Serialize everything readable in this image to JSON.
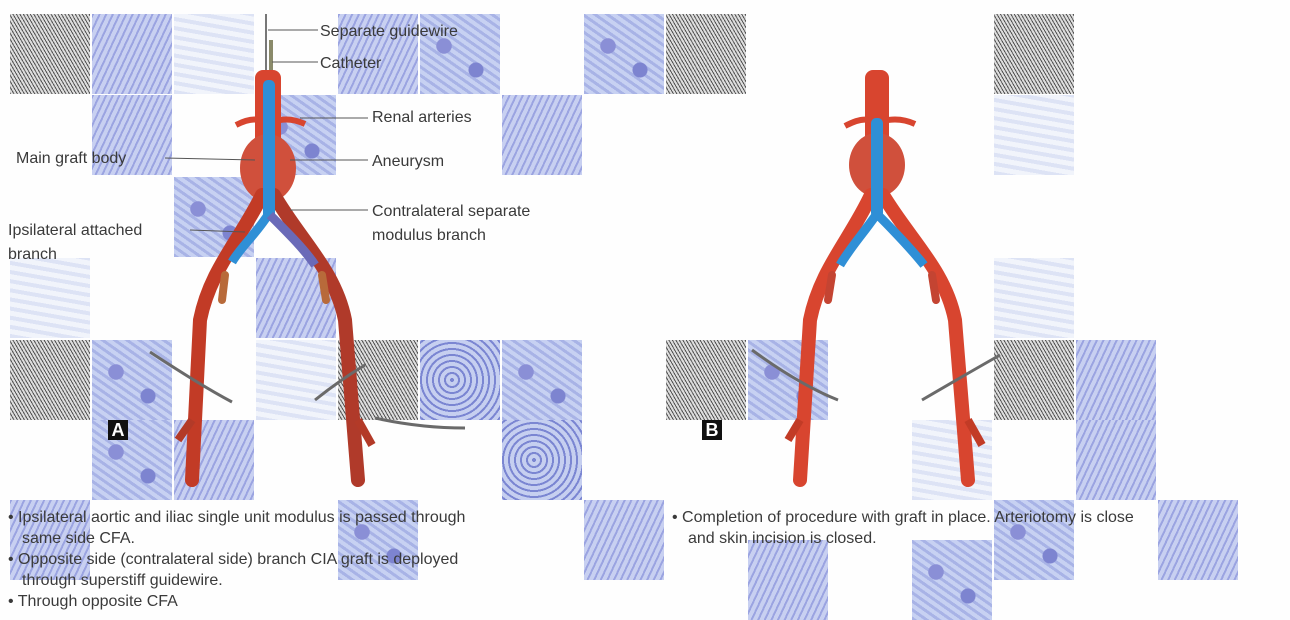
{
  "panel_a": {
    "letter": "A",
    "labels": {
      "guidewire": "Separate guidewire",
      "catheter": "Catheter",
      "renal_arteries": "Renal arteries",
      "main_graft_body": "Main graft body",
      "aneurysm": "Aneurysm",
      "ipsilateral_line1": "Ipsilateral attached",
      "ipsilateral_line2": "branch",
      "contralateral_line1": "Contralateral separate",
      "contralateral_line2": "modulus branch"
    },
    "caption": {
      "line1": "• Ipsilateral aortic and iliac single unit modulus is passed through",
      "line2": "same side CFA.",
      "line3": "• Opposite side (contralateral side) branch CIA graft is deployed",
      "line4": "through superstiff guidewire.",
      "line5": "• Through opposite CFA"
    }
  },
  "panel_b": {
    "letter": "B",
    "caption": {
      "line1": "• Completion of procedure with graft in place. Arteriotomy is close",
      "line2": "and skin incision is closed."
    }
  },
  "colors": {
    "artery": "#d8452f",
    "artery_dark": "#a82a1c",
    "graft": "#2f8fd6",
    "aneurysm": "#d0503c",
    "leader": "#555555"
  }
}
